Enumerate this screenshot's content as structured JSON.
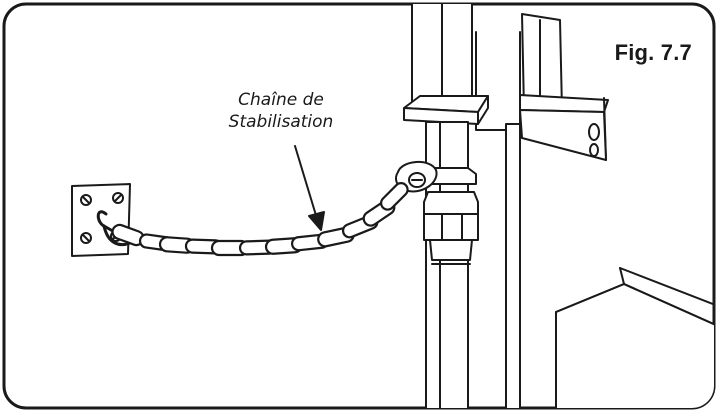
{
  "figure": {
    "label": "Fig. 7.7"
  },
  "callout": {
    "line1": "Chaîne de",
    "line2": "Stabilisation"
  },
  "colors": {
    "stroke": "#1a1a1a",
    "background": "#ffffff"
  }
}
